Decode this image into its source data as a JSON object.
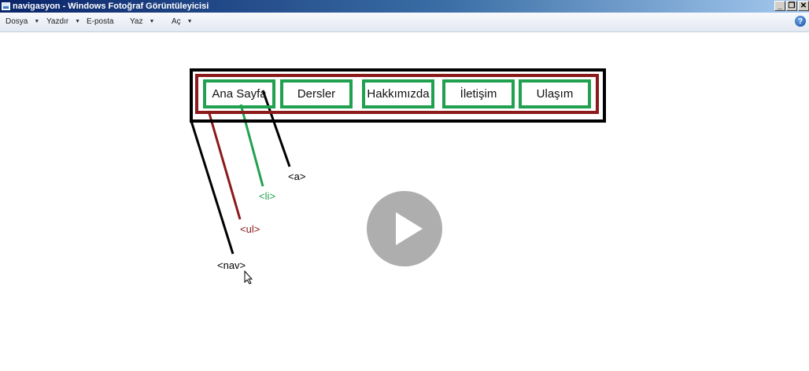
{
  "window": {
    "title": "navigasyon - Windows Fotoğraf Görüntüleyicisi",
    "minimize": "_",
    "restore": "❐",
    "close": "✕"
  },
  "menu": {
    "items": [
      {
        "label": "Dosya",
        "caret": "▼"
      },
      {
        "label": "Yazdır",
        "caret": "▼"
      },
      {
        "label": "E-posta",
        "caret": ""
      },
      {
        "label": "Yaz",
        "caret": "▼"
      },
      {
        "label": "Aç",
        "caret": "▼"
      }
    ],
    "help": "?"
  },
  "diagram": {
    "nav_items": [
      "Ana Sayfa",
      "Dersler",
      "Hakkımızda",
      "İletişim",
      "Ulaşım"
    ],
    "labels": {
      "a": "<a>",
      "li": "<li>",
      "ul": "<ul>",
      "nav": "<nav>"
    },
    "colors": {
      "nav": "#000000",
      "ul": "#8b1a1a",
      "li": "#21a14f",
      "a": "#000000"
    }
  },
  "player": {
    "icon": "play-icon"
  }
}
